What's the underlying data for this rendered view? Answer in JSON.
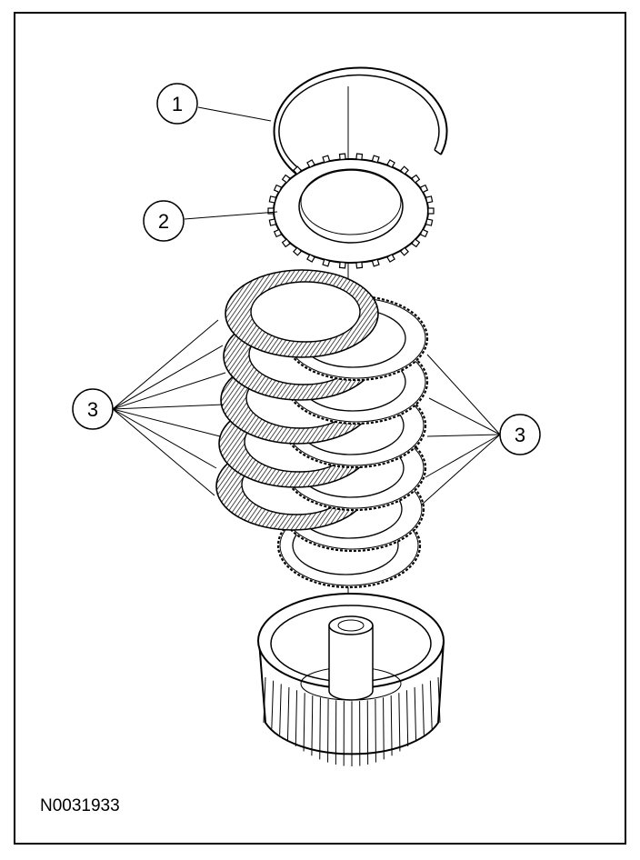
{
  "callouts": {
    "snap_ring": "1",
    "pressure_plate": "2",
    "clutch_pack_left": "3",
    "clutch_pack_right": "3"
  },
  "figure_code": "N0031933"
}
